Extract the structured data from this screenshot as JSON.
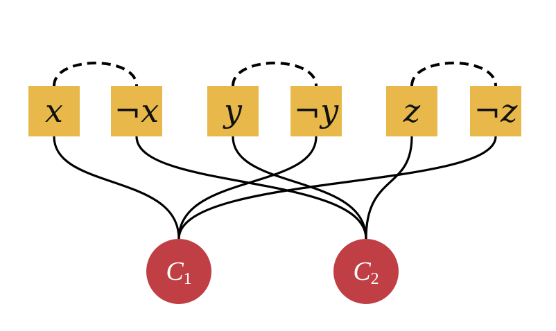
{
  "literals": [
    {
      "id": "x",
      "neg": "",
      "var": "x"
    },
    {
      "id": "nx",
      "neg": "¬",
      "var": "x"
    },
    {
      "id": "y",
      "neg": "",
      "var": "y"
    },
    {
      "id": "ny",
      "neg": "¬",
      "var": "y"
    },
    {
      "id": "z",
      "neg": "",
      "var": "z"
    },
    {
      "id": "nz",
      "neg": "¬",
      "var": "z"
    }
  ],
  "clauses": [
    {
      "id": "c1",
      "letter": "C",
      "index": "1"
    },
    {
      "id": "c2",
      "letter": "C",
      "index": "2"
    }
  ],
  "pairs": [
    [
      "x",
      "nx"
    ],
    [
      "y",
      "ny"
    ],
    [
      "z",
      "nz"
    ]
  ],
  "edges": [
    {
      "from": "x",
      "to": "c1"
    },
    {
      "from": "ny",
      "to": "c1"
    },
    {
      "from": "nz",
      "to": "c1"
    },
    {
      "from": "nx",
      "to": "c2"
    },
    {
      "from": "y",
      "to": "c2"
    },
    {
      "from": "z",
      "to": "c2"
    }
  ],
  "colors": {
    "literal": "#e8b94a",
    "clause": "#bf3f45"
  }
}
